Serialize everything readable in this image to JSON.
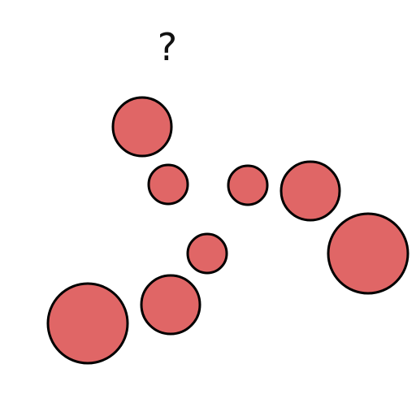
{
  "question_mark": "?",
  "colors": {
    "circle_fill": "#e06666",
    "circle_stroke": "#000000",
    "background": "#ffffff"
  },
  "circles": [
    {
      "id": "circle-1"
    },
    {
      "id": "circle-2"
    },
    {
      "id": "circle-3"
    },
    {
      "id": "circle-4"
    },
    {
      "id": "circle-5"
    },
    {
      "id": "circle-6"
    },
    {
      "id": "circle-7"
    },
    {
      "id": "circle-8"
    }
  ]
}
